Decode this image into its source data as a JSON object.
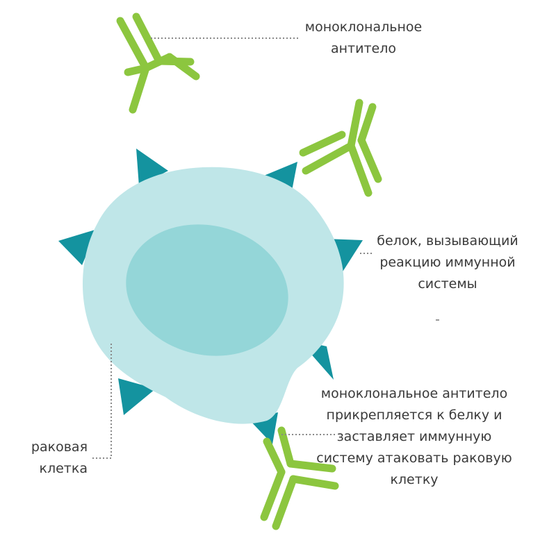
{
  "labels": {
    "antibody": {
      "lines": [
        "моноклональное",
        "антитело"
      ]
    },
    "protein": {
      "lines": [
        "белок, вызывающий",
        "реакцию иммунной",
        "системы"
      ]
    },
    "attach": {
      "lines": [
        "моноклональное антитело",
        "прикрепляется к белку и",
        "заставляет иммунную",
        "систему атаковать раковую",
        "клетку"
      ]
    },
    "cancer_cell": {
      "lines": [
        "раковая",
        "клетка"
      ]
    }
  },
  "colors": {
    "antibody_green": "#8cc63f",
    "cell_outer": "#bfe6e8",
    "cell_nucleus": "#94d6d8",
    "protein_spike": "#14939f",
    "leader_line": "#888888",
    "text": "#3a3a3a"
  }
}
